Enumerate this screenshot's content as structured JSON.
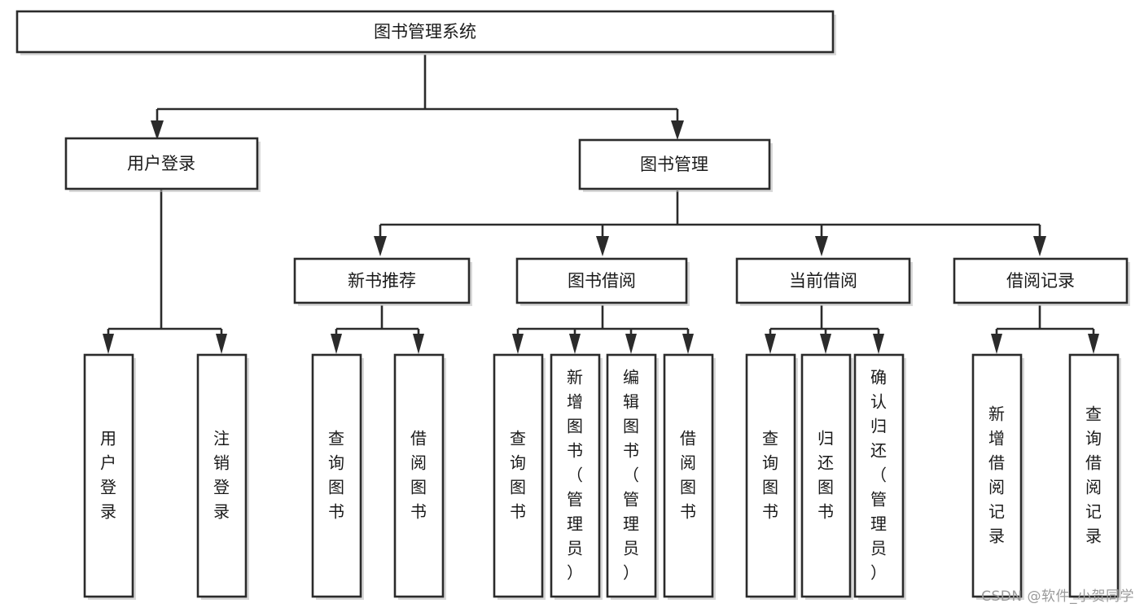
{
  "diagram": {
    "title": "图书管理系统",
    "type": "tree-hierarchy",
    "watermark": "CSDN @软件_小贺同学",
    "colors": {
      "box_stroke": "#2b2b2b",
      "box_fill": "#ffffff",
      "text": "#1a1a1a",
      "shadow": "#b9b9b9",
      "watermark": "#9a9a9a",
      "background": "#ffffff"
    },
    "nodes": {
      "root": {
        "label": "图书管理系统",
        "level": 0,
        "orientation": "horizontal"
      },
      "user_login": {
        "label": "用户登录",
        "level": 1,
        "orientation": "horizontal"
      },
      "book_manage": {
        "label": "图书管理",
        "level": 1,
        "orientation": "horizontal"
      },
      "new_book_rec": {
        "label": "新书推荐",
        "level": 2,
        "orientation": "horizontal"
      },
      "book_borrow": {
        "label": "图书借阅",
        "level": 2,
        "orientation": "horizontal"
      },
      "current_borrow": {
        "label": "当前借阅",
        "level": 2,
        "orientation": "horizontal"
      },
      "borrow_record": {
        "label": "借阅记录",
        "level": 2,
        "orientation": "horizontal"
      },
      "leaf_user_login": {
        "label": "用户登录",
        "level": 3,
        "orientation": "vertical"
      },
      "leaf_logout": {
        "label": "注销登录",
        "level": 3,
        "orientation": "vertical"
      },
      "leaf_query_book_1": {
        "label": "查询图书",
        "level": 3,
        "orientation": "vertical"
      },
      "leaf_borrow_book_1": {
        "label": "借阅图书",
        "level": 3,
        "orientation": "vertical"
      },
      "leaf_query_book_2": {
        "label": "查询图书",
        "level": 3,
        "orientation": "vertical"
      },
      "leaf_add_book": {
        "label": "新增图书（管理员）",
        "level": 3,
        "orientation": "vertical"
      },
      "leaf_edit_book": {
        "label": "编辑图书（管理员）",
        "level": 3,
        "orientation": "vertical"
      },
      "leaf_borrow_book_2": {
        "label": "借阅图书",
        "level": 3,
        "orientation": "vertical"
      },
      "leaf_query_book_3": {
        "label": "查询图书",
        "level": 3,
        "orientation": "vertical"
      },
      "leaf_return_book": {
        "label": "归还图书",
        "level": 3,
        "orientation": "vertical"
      },
      "leaf_confirm_return": {
        "label": "确认归还（管理员）",
        "level": 3,
        "orientation": "vertical"
      },
      "leaf_add_record": {
        "label": "新增借阅记录",
        "level": 3,
        "orientation": "vertical"
      },
      "leaf_query_record": {
        "label": "查询借阅记录",
        "level": 3,
        "orientation": "vertical"
      }
    },
    "edges": [
      {
        "from": "root",
        "to": "user_login"
      },
      {
        "from": "root",
        "to": "book_manage"
      },
      {
        "from": "book_manage",
        "to": "new_book_rec"
      },
      {
        "from": "book_manage",
        "to": "book_borrow"
      },
      {
        "from": "book_manage",
        "to": "current_borrow"
      },
      {
        "from": "book_manage",
        "to": "borrow_record"
      },
      {
        "from": "user_login",
        "to": "leaf_user_login"
      },
      {
        "from": "user_login",
        "to": "leaf_logout"
      },
      {
        "from": "new_book_rec",
        "to": "leaf_query_book_1"
      },
      {
        "from": "new_book_rec",
        "to": "leaf_borrow_book_1"
      },
      {
        "from": "book_borrow",
        "to": "leaf_query_book_2"
      },
      {
        "from": "book_borrow",
        "to": "leaf_add_book"
      },
      {
        "from": "book_borrow",
        "to": "leaf_edit_book"
      },
      {
        "from": "book_borrow",
        "to": "leaf_borrow_book_2"
      },
      {
        "from": "current_borrow",
        "to": "leaf_query_book_3"
      },
      {
        "from": "current_borrow",
        "to": "leaf_return_book"
      },
      {
        "from": "current_borrow",
        "to": "leaf_confirm_return"
      },
      {
        "from": "borrow_record",
        "to": "leaf_add_record"
      },
      {
        "from": "borrow_record",
        "to": "leaf_query_record"
      }
    ]
  }
}
